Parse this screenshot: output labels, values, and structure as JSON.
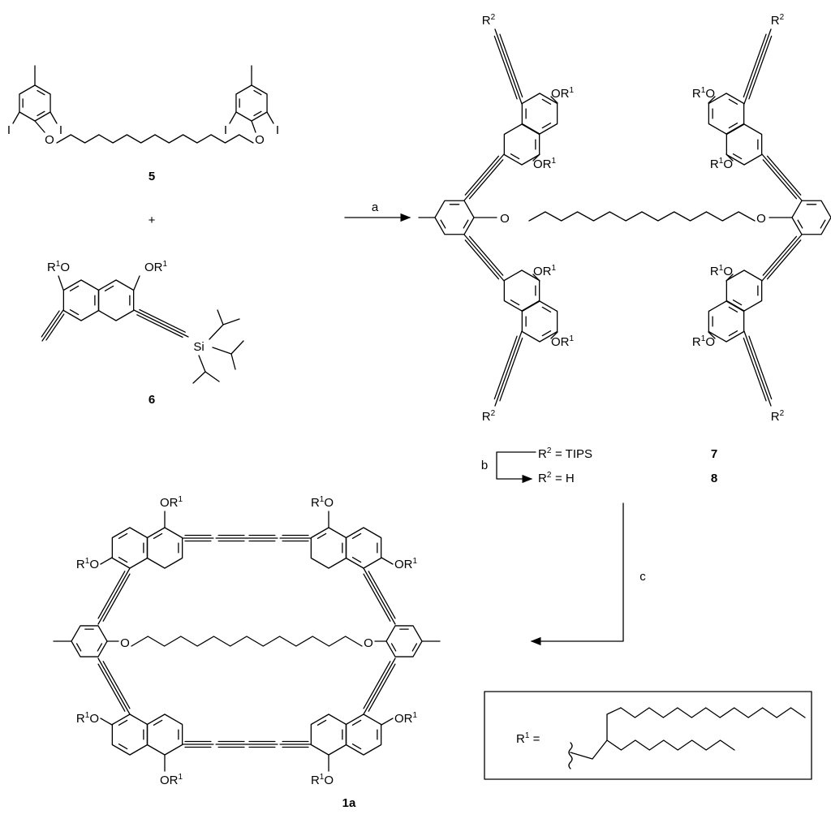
{
  "labels": {
    "O": "O",
    "OR": "OR",
    "R": "R",
    "one": "1",
    "two": "2",
    "I": "I",
    "Si": "Si",
    "plus": "+"
  },
  "compounds": {
    "c5": "5",
    "c6": "6",
    "c7": "7",
    "c8": "8",
    "c1a": "1a"
  },
  "steps": {
    "a": "a",
    "b": "b",
    "c": "c"
  },
  "conditions": {
    "eq_tips": " = TIPS",
    "eq_h": " = H",
    "r1_eq": " ="
  },
  "colors": {
    "ink": "#000000",
    "background": "#ffffff"
  }
}
